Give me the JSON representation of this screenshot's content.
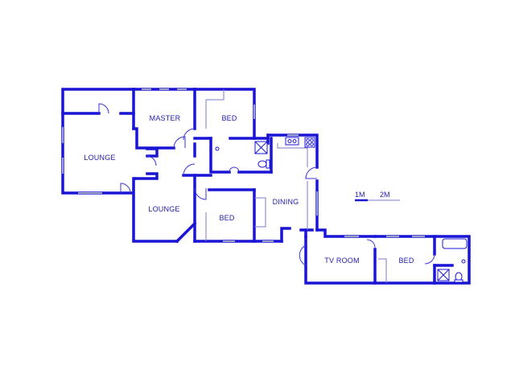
{
  "plan": {
    "colors": {
      "wall": "#1a14d4",
      "thin": "#3a36d8",
      "text": "#2320a8",
      "background": "#ffffff"
    },
    "rooms": {
      "lounge_left": "LOUNGE",
      "master": "MASTER",
      "bed_top": "BED",
      "lounge_center": "LOUNGE",
      "bed_center": "BED",
      "dining": "DINING",
      "tv_room": "TV ROOM",
      "bed_right": "BED"
    },
    "scale": {
      "label_1": "1M",
      "label_2": "2M"
    }
  }
}
